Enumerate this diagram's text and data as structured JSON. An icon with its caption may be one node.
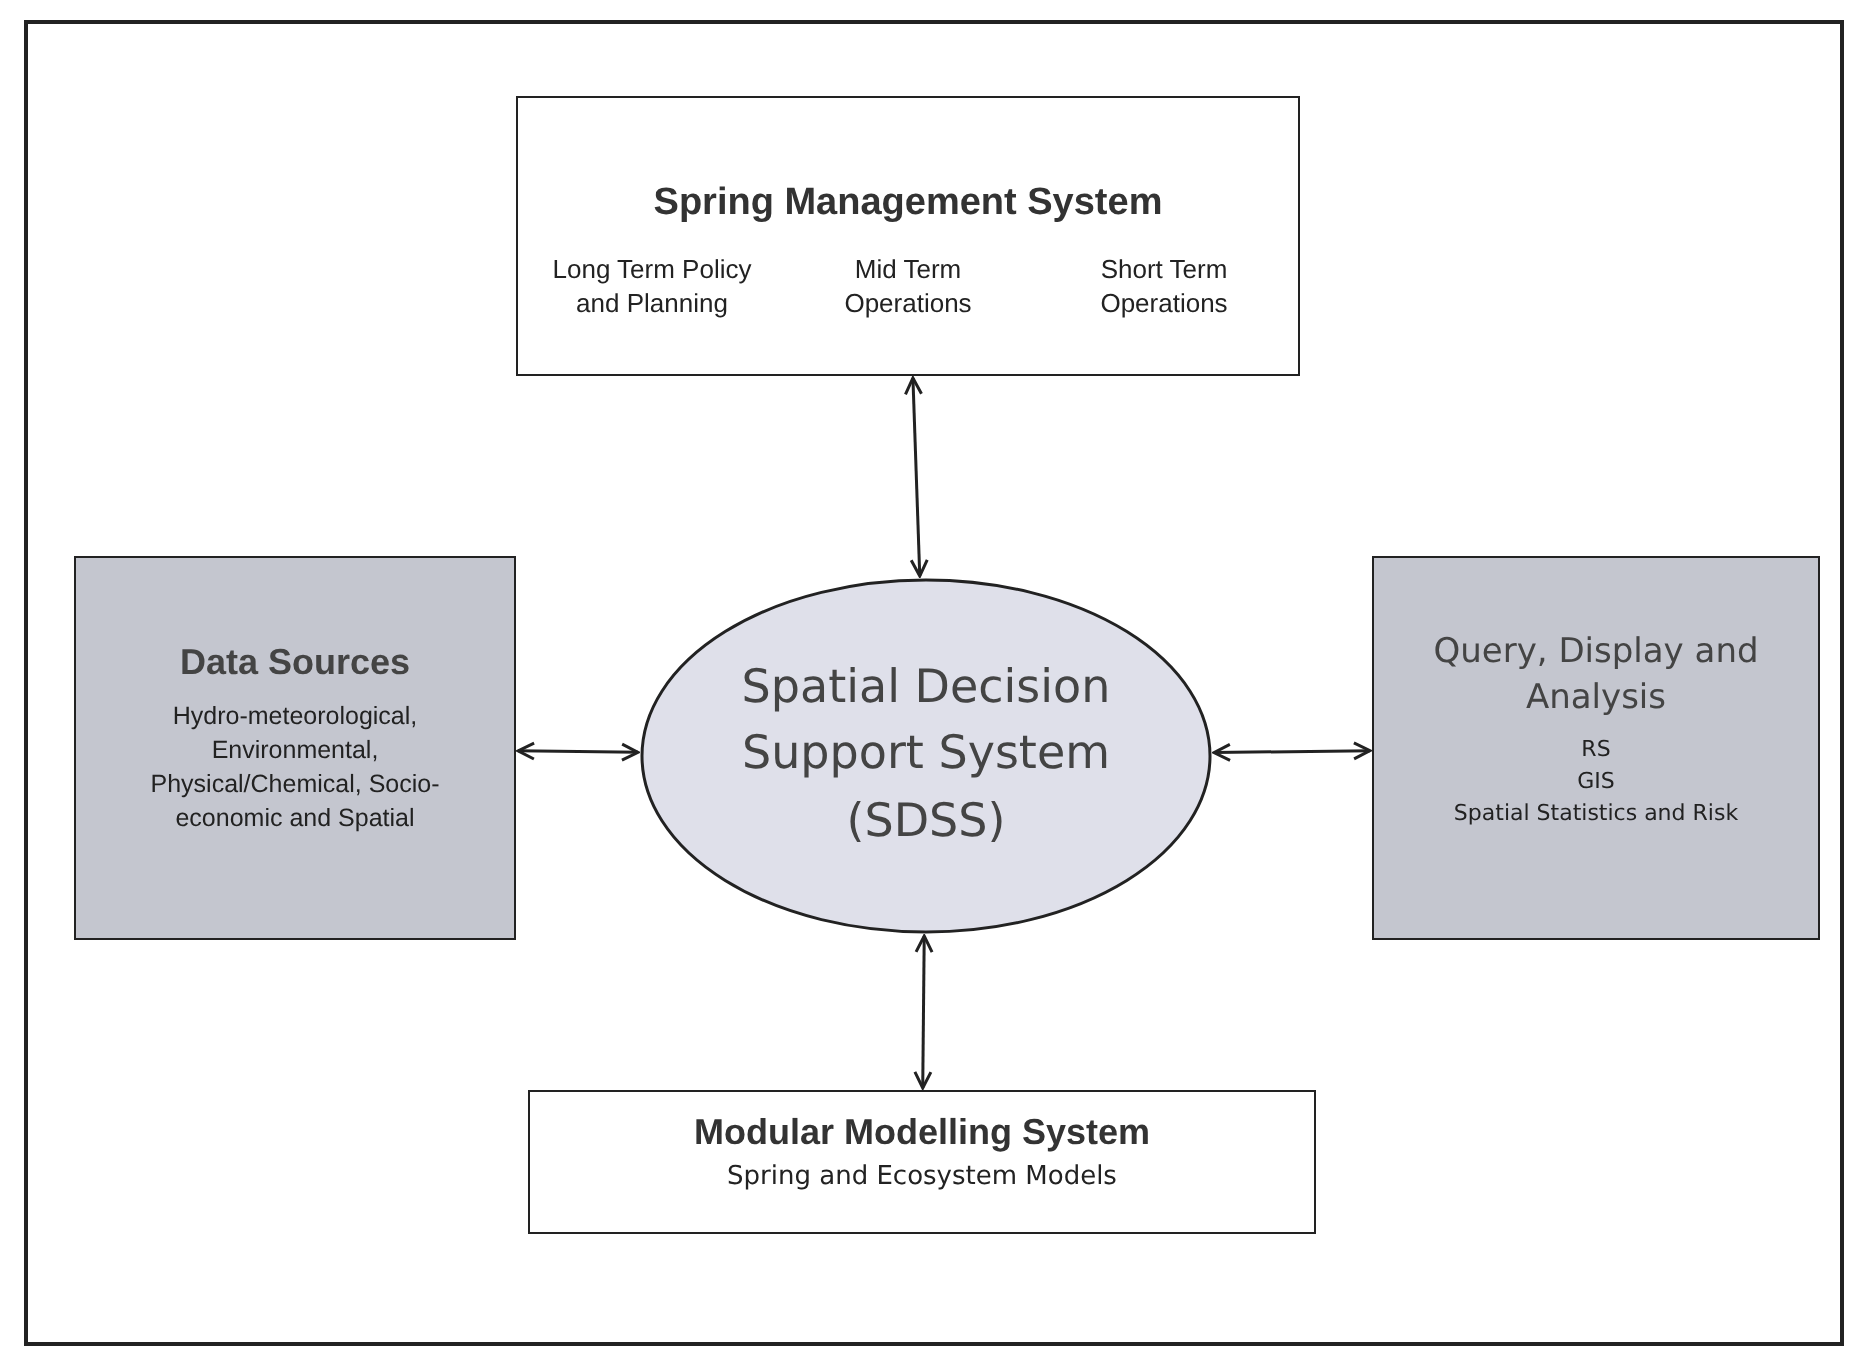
{
  "diagram": {
    "nodes": [
      {
        "text": [
          "Spring Management System",
          "Long Term Policy and Planning",
          "Mid Term Operations",
          "Short Term Operations"
        ]
      },
      {
        "text": [
          "Data Sources",
          "Hydro-meteorological, Environmental, Physical/Chemical, Socio-economic and Spatial"
        ]
      },
      {
        "text": [
          "Spatial Decision Support System (SDSS)"
        ]
      },
      {
        "text": [
          "Query, Display and Analysis",
          "RS",
          "GIS",
          "Spatial Statistics and Risk"
        ]
      },
      {
        "text": [
          "Modular Modelling System",
          "Spring and Ecosystem Models"
        ]
      }
    ],
    "edges": [
      {
        "from": 0,
        "to": 2,
        "arrow": "both"
      },
      {
        "from": 1,
        "to": 2,
        "arrow": "both"
      },
      {
        "from": 2,
        "to": 3,
        "arrow": "both"
      },
      {
        "from": 2,
        "to": 4,
        "arrow": "both"
      }
    ]
  }
}
